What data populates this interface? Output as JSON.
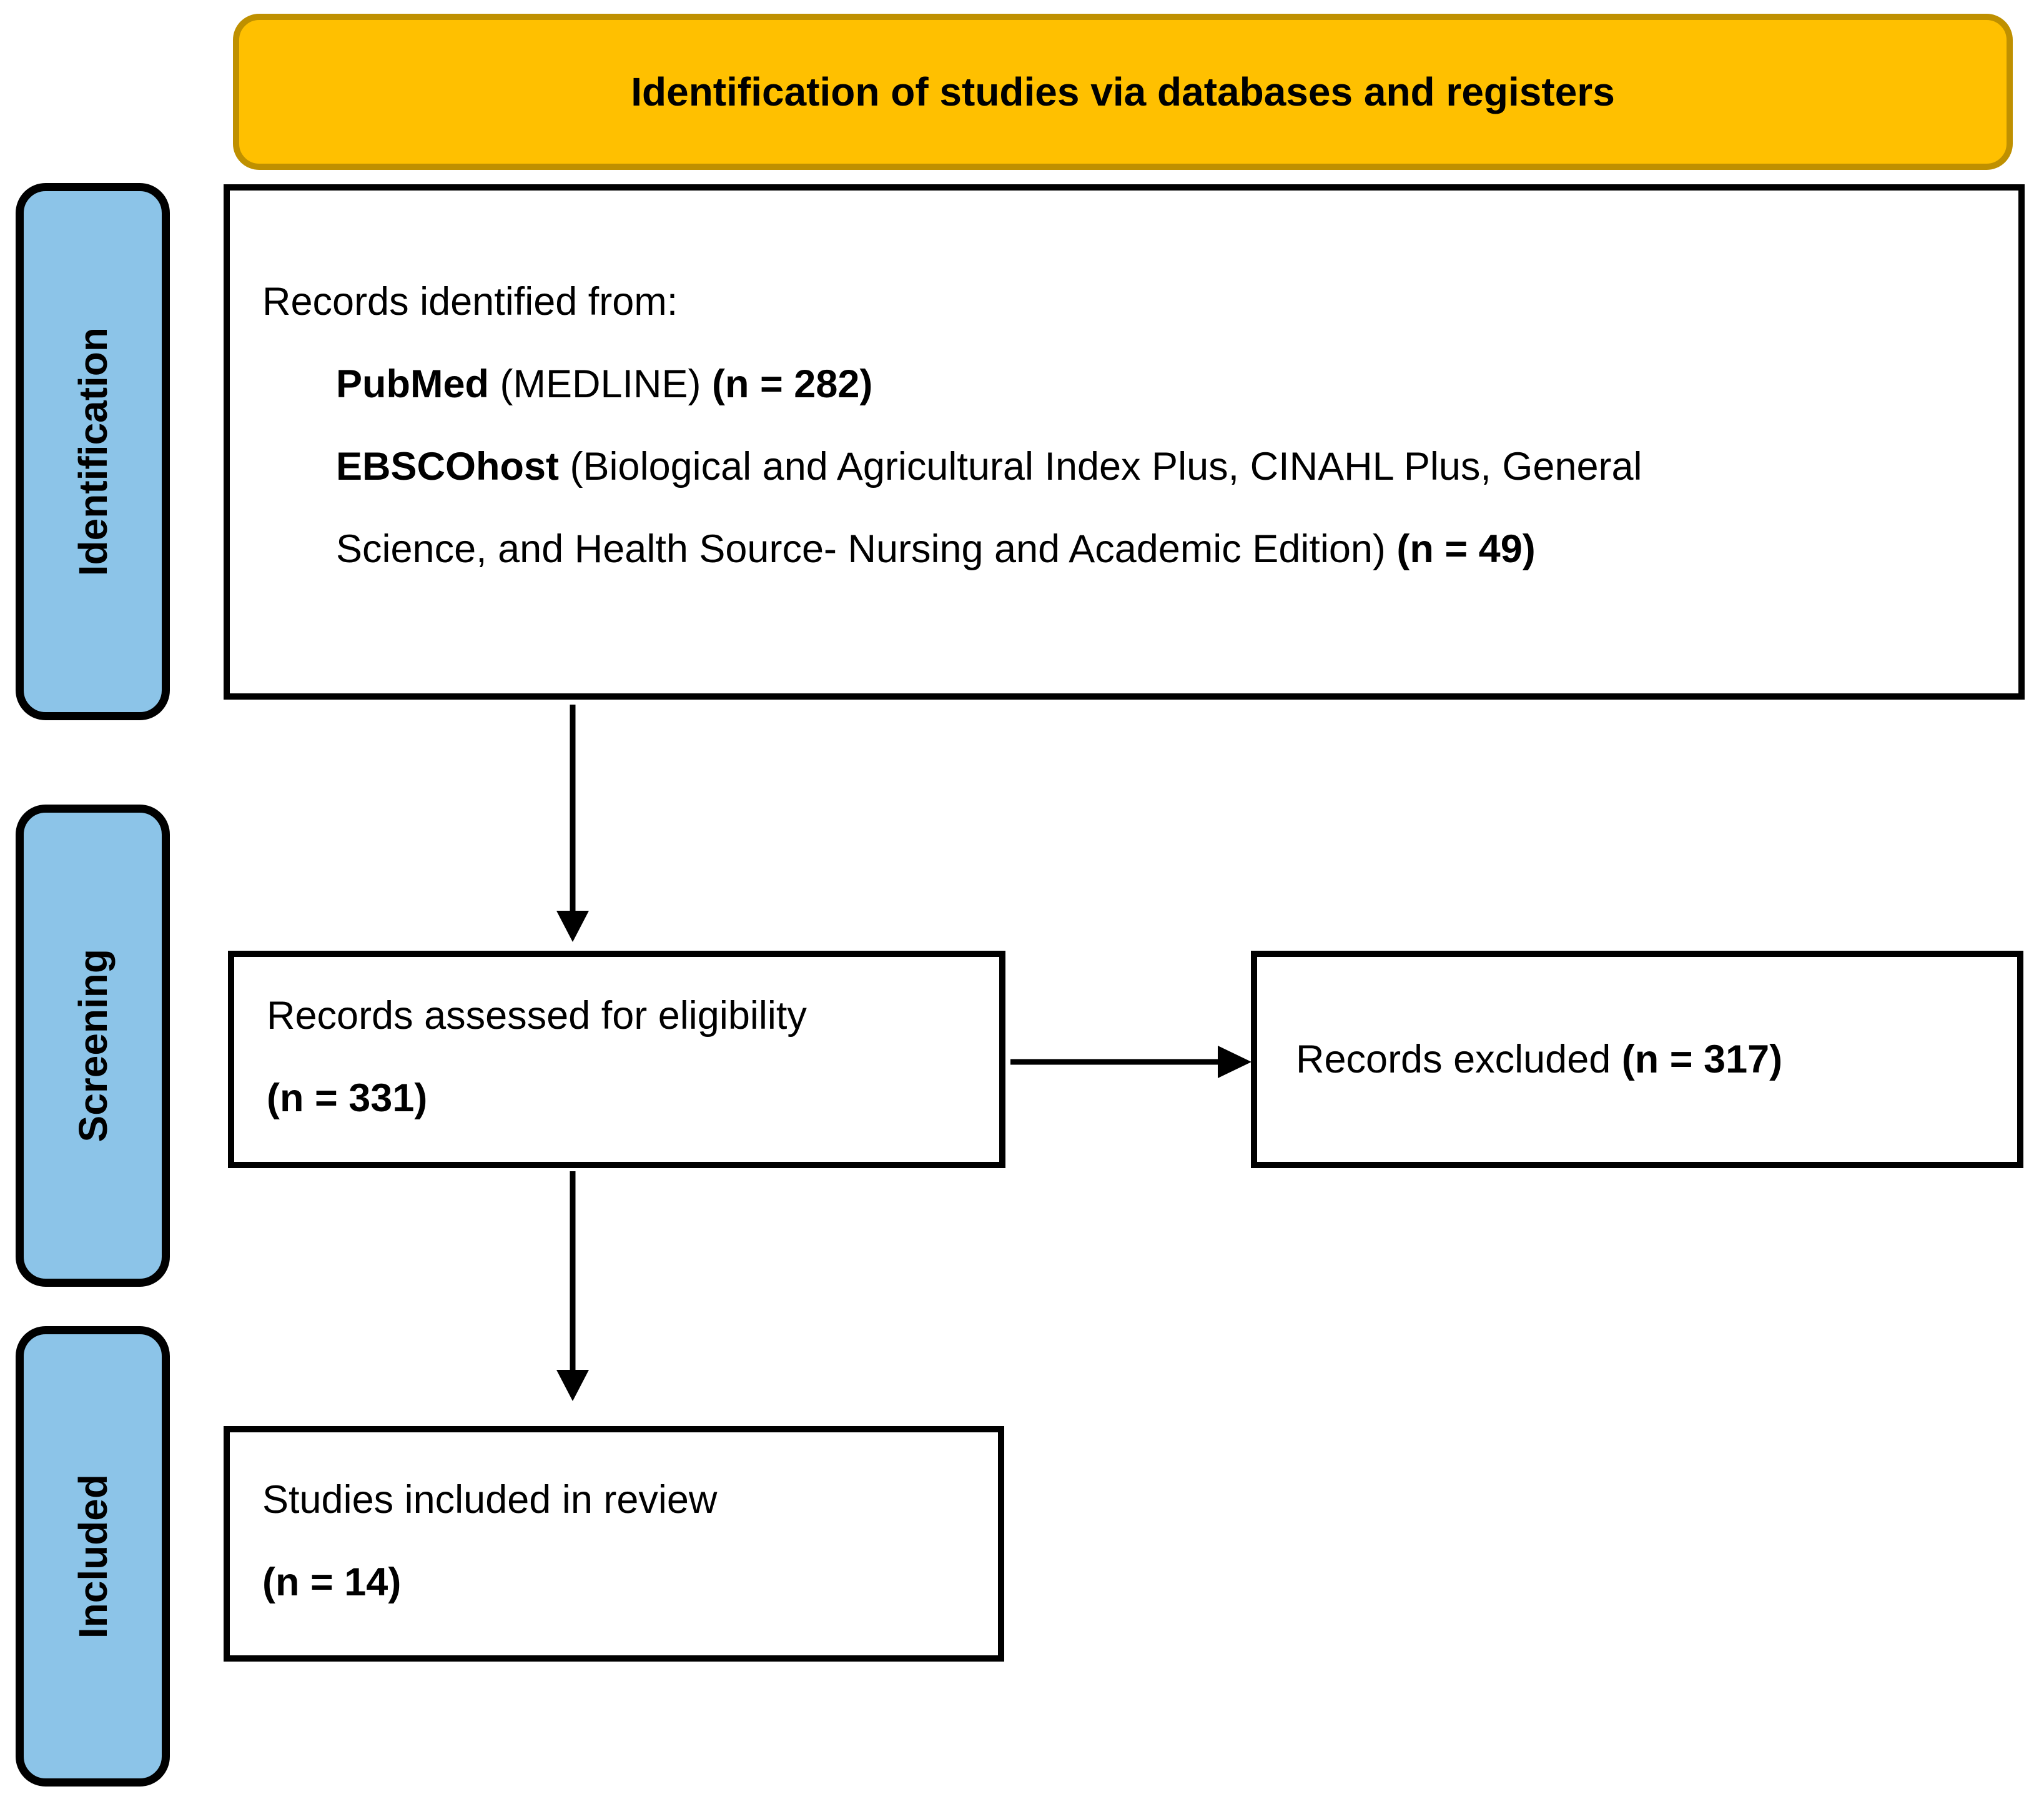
{
  "banner": {
    "title": "Identification of studies via databases and registers",
    "fill_color": "#FFC000",
    "border_color": "#BF9000"
  },
  "stages": {
    "fill_color": "#8CC4E8",
    "items": [
      {
        "label": "Identification"
      },
      {
        "label": "Screening"
      },
      {
        "label": "Included"
      }
    ]
  },
  "boxes": {
    "identified": {
      "intro": "Records identified from:",
      "sources": [
        {
          "name": "PubMed",
          "detail": " (MEDLINE) ",
          "count": "(n = 282)"
        },
        {
          "name": "EBSCOhost",
          "detail_line1": " (Biological and Agricultural Index Plus, CINAHL Plus, General",
          "detail_line2": "Science, and Health Source- Nursing and Academic Edition) ",
          "count": "(n = 49)"
        }
      ]
    },
    "assessed": {
      "text": "Records assessed for eligibility",
      "count": "(n = 331)"
    },
    "excluded": {
      "text": "Records excluded ",
      "count": "(n = 317)"
    },
    "included": {
      "text": "Studies included in review",
      "count": "(n = 14)"
    }
  }
}
